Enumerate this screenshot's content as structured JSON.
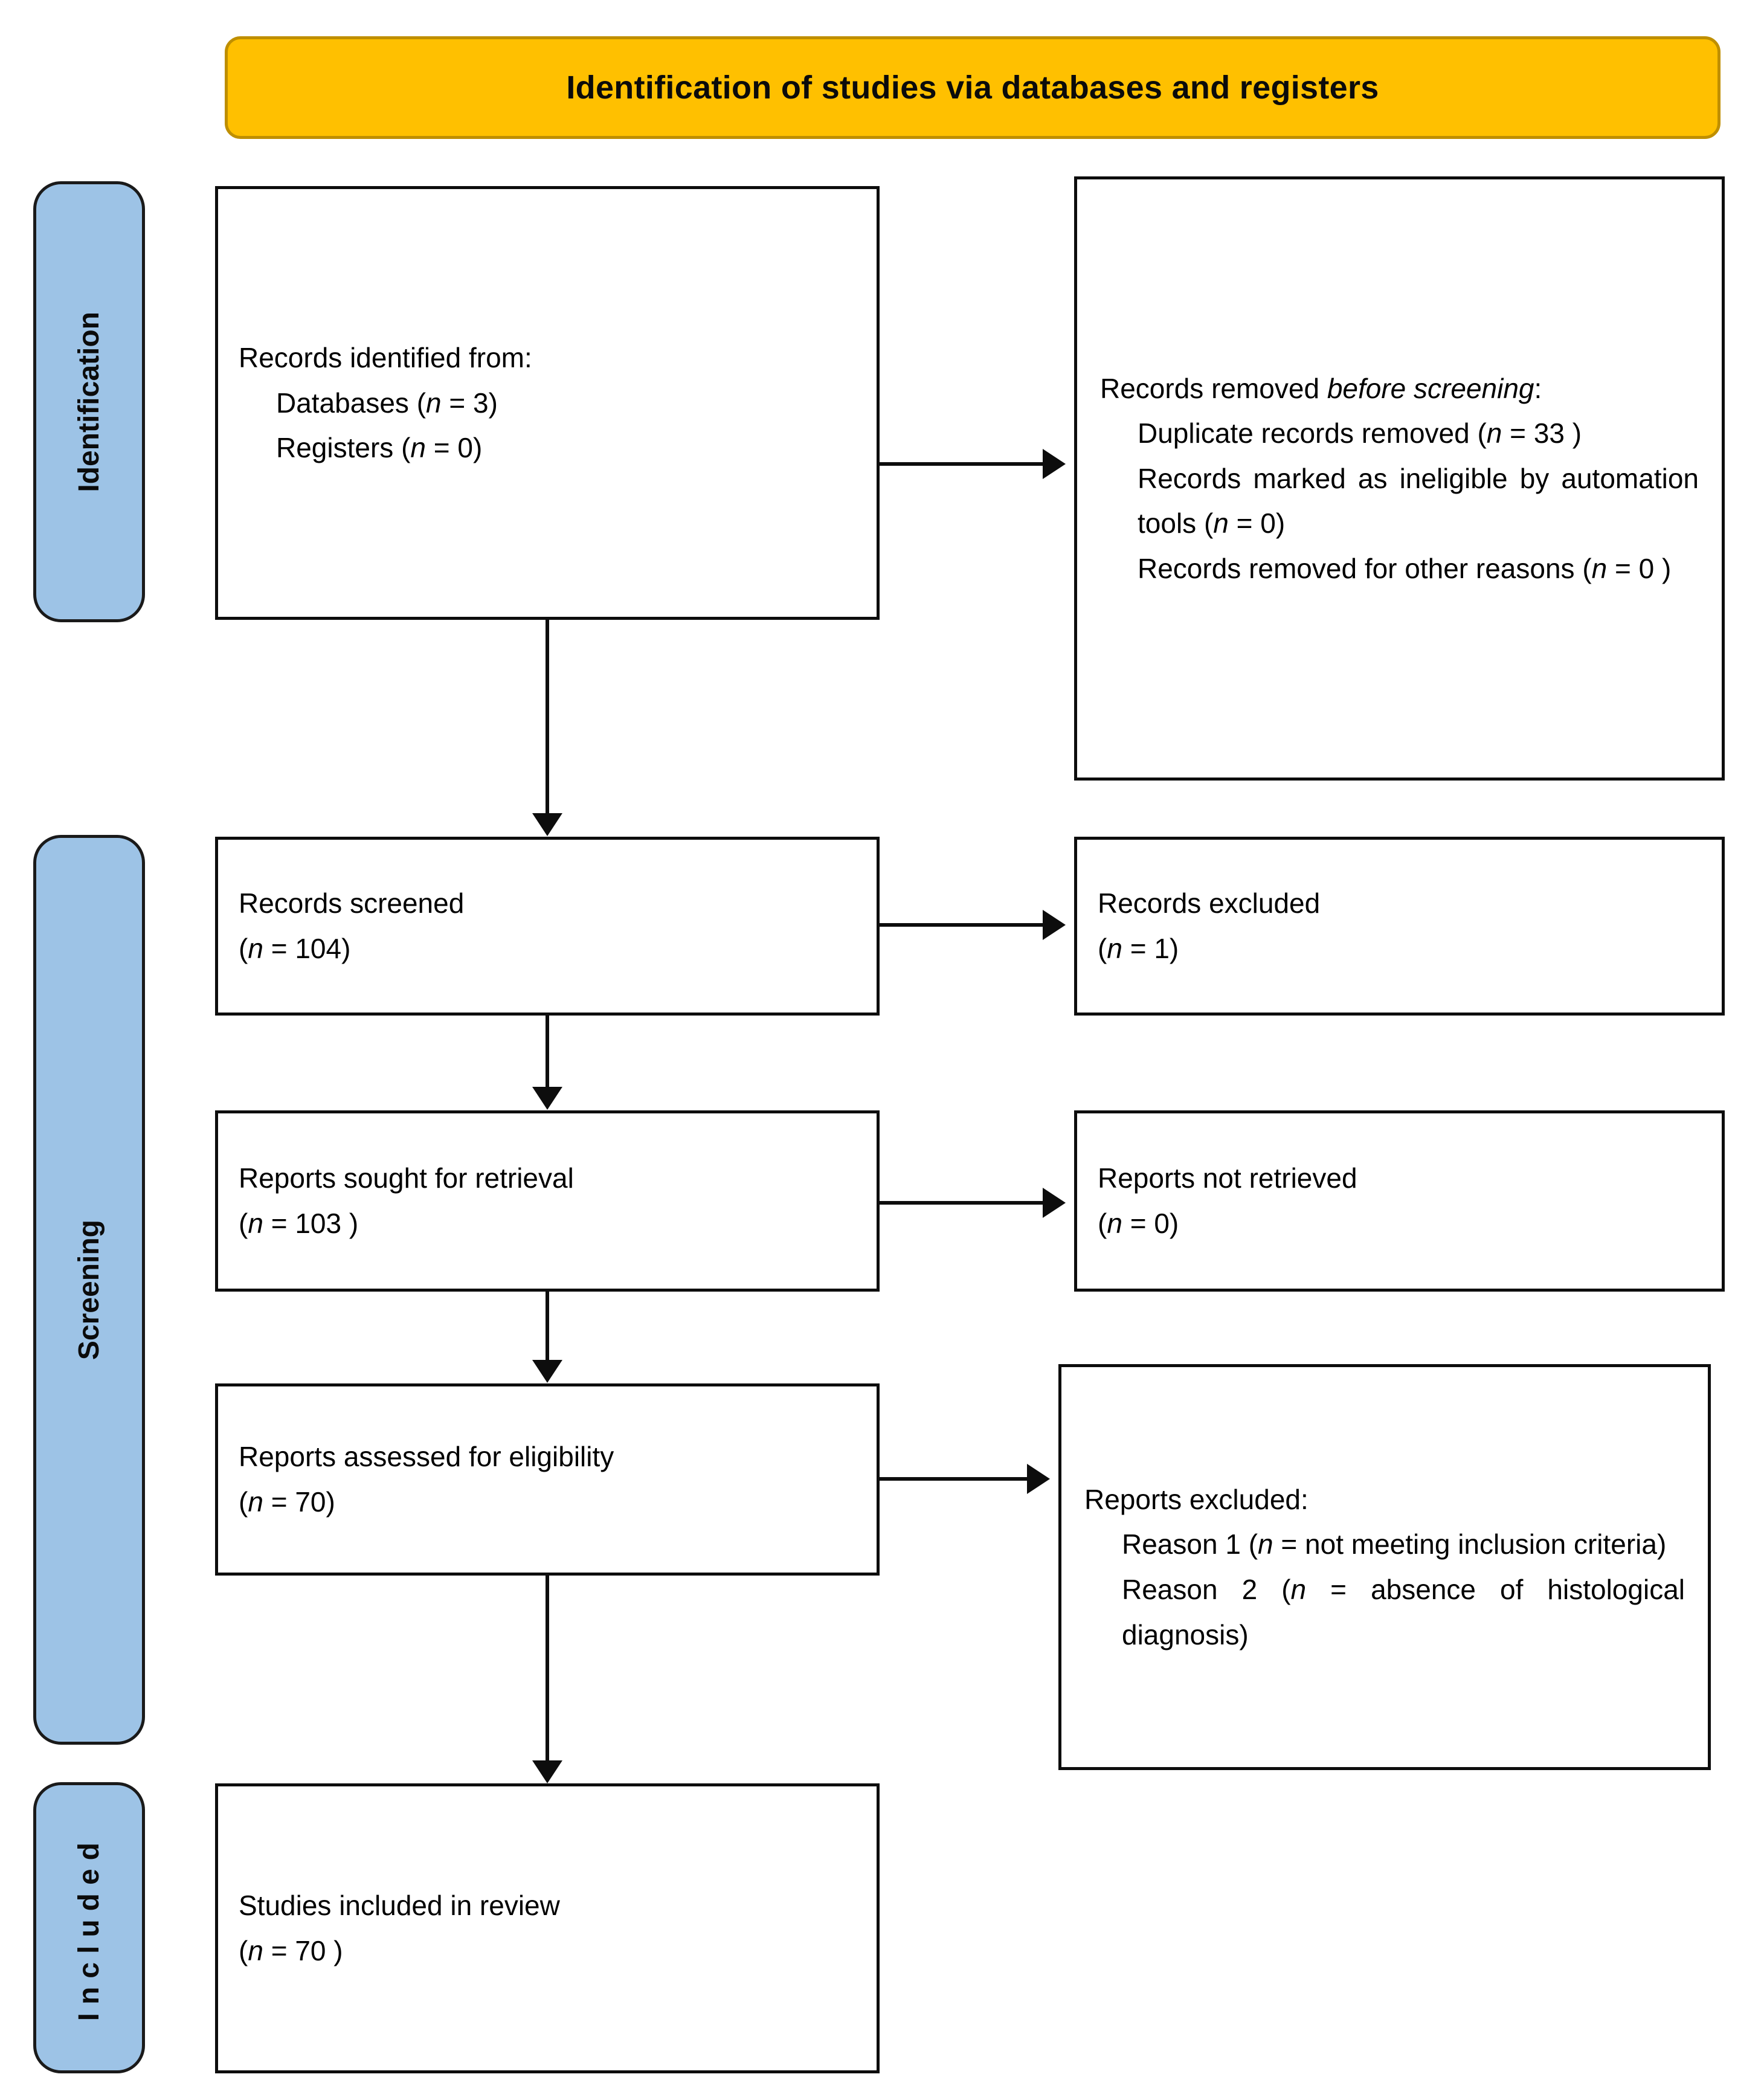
{
  "banner": {
    "title": "Identification of studies via databases and registers",
    "fill": "#FFC000",
    "border": "#BF8F00"
  },
  "stages": {
    "fill": "#9DC3E6",
    "items": [
      {
        "key": "identification",
        "label": "Identification"
      },
      {
        "key": "screening",
        "label": "Screening"
      },
      {
        "key": "included",
        "label": "Included"
      }
    ]
  },
  "nodes": {
    "identified": {
      "title": "Records identified from:",
      "items": [
        {
          "label": "Databases (",
          "n_var": "n",
          "eq": " = 3)"
        },
        {
          "label": "Registers (",
          "n_var": "n",
          "eq": " = 0)"
        }
      ],
      "line_databases": "Databases (",
      "line_databases_tail": " = 3)",
      "line_registers": "Registers (",
      "line_registers_tail": " = 0)"
    },
    "removed_before_screening": {
      "title_part1": "Records removed ",
      "title_italic": "before screening",
      "title_part2": ":",
      "dup_label": "Duplicate records removed",
      "dup_count": " = 33 )",
      "ineligible_label": "Records marked as ineligible by automation tools (",
      "ineligible_count": " = 0)",
      "other_label": "Records removed for other reasons (",
      "other_count": " = 0 )"
    },
    "screened": {
      "title": "Records screened",
      "count": " = 104)"
    },
    "records_excluded": {
      "title": "Records excluded",
      "count": " = 1)"
    },
    "sought": {
      "title": "Reports sought for retrieval",
      "count": " = 103 )"
    },
    "not_retrieved": {
      "title": "Reports not retrieved",
      "count": " = 0)"
    },
    "assessed": {
      "title": "Reports assessed for eligibility",
      "count": " = 70)"
    },
    "reports_excluded": {
      "title": "Reports excluded:",
      "reason1_label": "Reason 1 (",
      "reason1_text": " = not meeting inclusion criteria)",
      "reason2_label": "Reason 2 (",
      "reason2_text": " = absence of histological diagnosis)"
    },
    "included": {
      "title": "Studies included in review",
      "count": " = 70 )"
    }
  },
  "symbols": {
    "n_italic": "n",
    "open_paren": "(",
    "open_paren_n": "("
  }
}
